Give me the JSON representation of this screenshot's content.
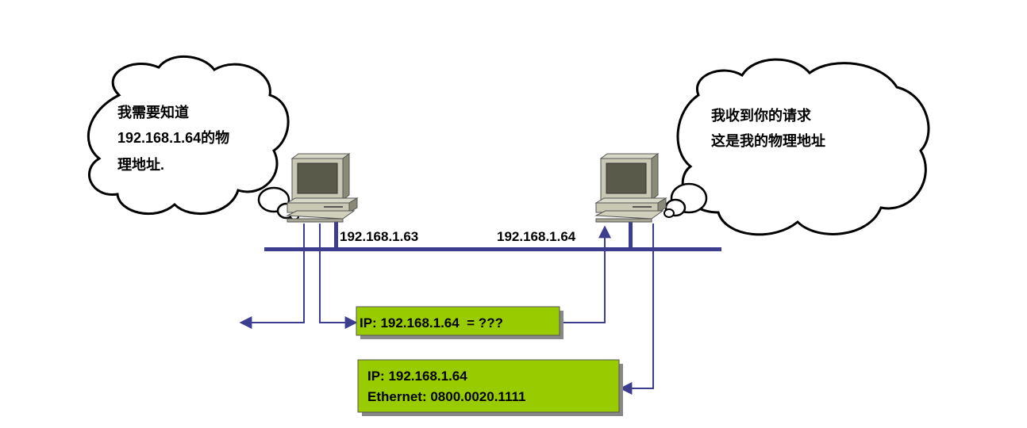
{
  "left_cloud": {
    "lines": [
      "我需要知道",
      "192.168.1.64的物",
      "理地址."
    ]
  },
  "right_cloud": {
    "lines": [
      "我收到你的请求",
      "这是我的物理地址"
    ]
  },
  "host_left": {
    "ip": "192.168.1.63"
  },
  "host_right": {
    "ip": "192.168.1.64"
  },
  "request_box": {
    "text": "IP: 192.168.1.64  = ???"
  },
  "reply_box": {
    "line1": "IP: 192.168.1.64",
    "line2": "Ethernet: 0800.0020.1111"
  },
  "colors": {
    "wire": "#3d3d8f",
    "box_fill": "#99cc00",
    "box_shadow": "#888888"
  }
}
